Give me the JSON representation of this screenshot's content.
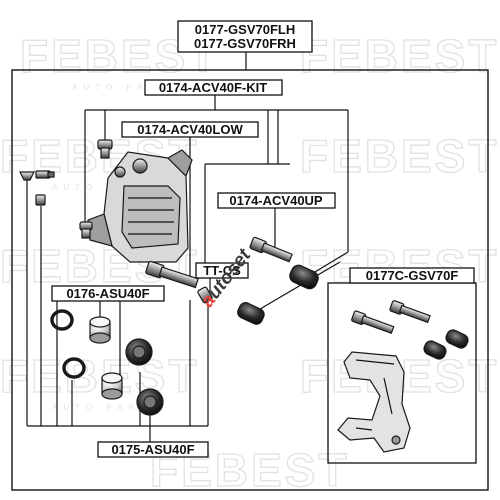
{
  "labels": {
    "caliper_flh": "0177-GSV70FLH",
    "caliper_frh": "0177-GSV70FRH",
    "kit": "0174-ACV40F-KIT",
    "pin_low": "0174-ACV40LOW",
    "pin_up": "0174-ACV40UP",
    "grease": "TT-CS",
    "bracket": "0177C-GSV70F",
    "piston_asu": "0176-ASU40F",
    "seal_kit": "0175-ASU40F"
  },
  "watermarks": {
    "brand": "FEBEST",
    "tagline": "AUTO PARTS",
    "site": "autoset"
  },
  "colors": {
    "line": "#111111",
    "watermark": "#e2e2e2",
    "stamp_red": "#e8413a",
    "stamp_dark": "#3b3b3b"
  }
}
